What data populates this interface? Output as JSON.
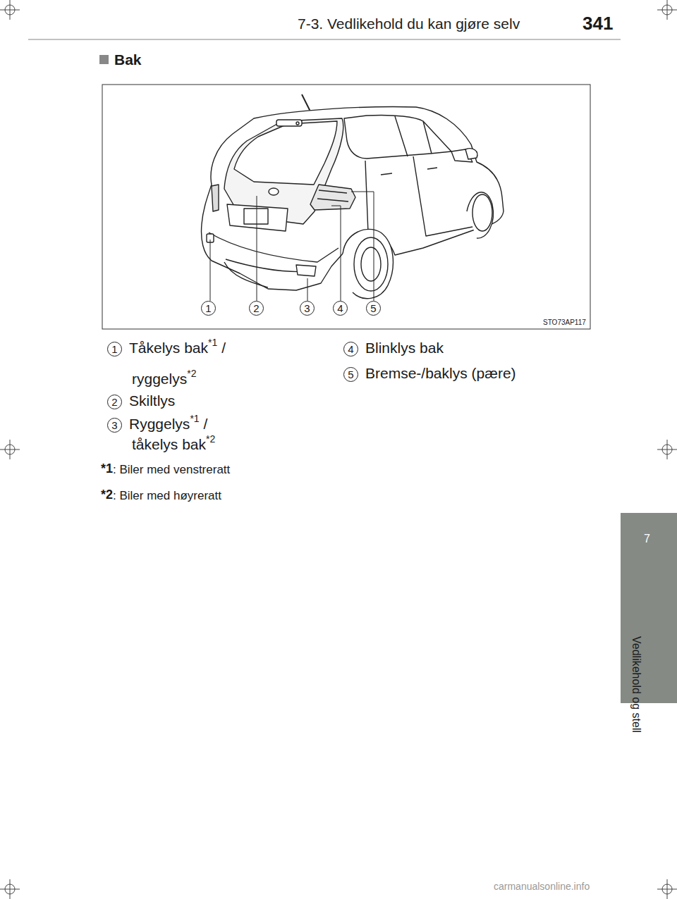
{
  "diagram": {
    "labels": [
      "7-3. Vedlikehold du kan gjøre selv",
      "341",
      "Bak",
      "1",
      "2",
      "3",
      "4",
      "5",
      "STO73AP117",
      "1",
      "Tåkelys bak",
      "*1",
      "/",
      "ryggelys",
      "*2",
      "2",
      "Skiltlys",
      "3",
      "Ryggelys",
      "*1",
      "/",
      "tåkelys bak",
      "*2",
      "4",
      "Blinklys bak",
      "5",
      "Bremse-/baklys (pære)",
      "*1",
      ": Biler med venstreratt",
      "*2",
      ": Biler med høyreratt",
      "7",
      "Vedlikehold og stell",
      "carmanualsonline.info"
    ]
  }
}
